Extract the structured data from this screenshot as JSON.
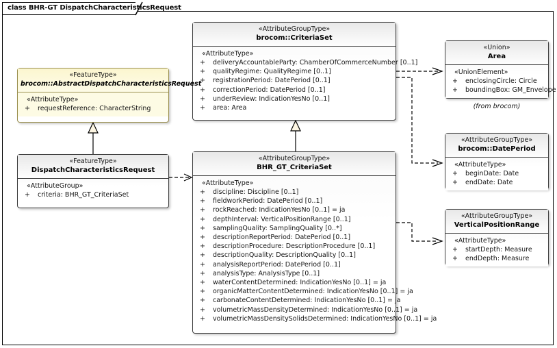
{
  "diagram": {
    "frame_label": "class BHR-GT DispatchCharacteristicsRequest",
    "from_note": "(from brocom)"
  },
  "classes": {
    "criteriaset": {
      "stereotype": "«AttributeGroupType»",
      "name": "brocom::CriteriaSet",
      "group": "«AttributeType»",
      "attributes": [
        {
          "vis": "+",
          "text": "deliveryAccountableParty: ChamberOfCommerceNumber [0..1]"
        },
        {
          "vis": "+",
          "text": "qualityRegime: QualityRegime [0..1]"
        },
        {
          "vis": "+",
          "text": "registrationPeriod: DatePeriod [0..1]"
        },
        {
          "vis": "+",
          "text": "correctionPeriod: DatePeriod [0..1]"
        },
        {
          "vis": "+",
          "text": "underReview: IndicationYesNo [0..1]"
        },
        {
          "vis": "+",
          "text": "area: Area"
        }
      ]
    },
    "abstract_request": {
      "stereotype": "«FeatureType»",
      "name": "brocom::AbstractDispatchCharacteristicsRequest",
      "group": "«AttributeType»",
      "attributes": [
        {
          "vis": "+",
          "text": "requestReference: CharacterString"
        }
      ]
    },
    "dispatch_request": {
      "stereotype": "«FeatureType»",
      "name": "DispatchCharacteristicsRequest",
      "group": "«AttributeGroup»",
      "attributes": [
        {
          "vis": "+",
          "text": "criteria: BHR_GT_CriteriaSet"
        }
      ]
    },
    "bhr_gt_criteriaset": {
      "stereotype": "«AttributeGroupType»",
      "name": "BHR_GT_CriteriaSet",
      "group": "«AttributeType»",
      "attributes": [
        {
          "vis": "+",
          "text": "discipline: Discipline [0..1]"
        },
        {
          "vis": "+",
          "text": "fieldworkPeriod: DatePeriod [0..1]"
        },
        {
          "vis": "+",
          "text": "rockReached: IndicationYesNo [0..1] = ja"
        },
        {
          "vis": "+",
          "text": "depthInterval: VerticalPositionRange [0..1]"
        },
        {
          "vis": "+",
          "text": "samplingQuality: SamplingQuality [0..*]"
        },
        {
          "vis": "+",
          "text": "descriptionReportPeriod: DatePeriod [0..1]"
        },
        {
          "vis": "+",
          "text": "descriptionProcedure: DescriptionProcedure [0..1]"
        },
        {
          "vis": "+",
          "text": "descriptionQuality: DescriptionQuality [0..1]"
        },
        {
          "vis": "+",
          "text": "analysisReportPeriod: DatePeriod [0..1]"
        },
        {
          "vis": "+",
          "text": "analysisType: AnalysisType [0..1]"
        },
        {
          "vis": "+",
          "text": "waterContentDetermined: IndicationYesNo [0..1] = ja"
        },
        {
          "vis": "+",
          "text": "organicMatterContentDetermined: IndicationYesNo [0..1] = ja"
        },
        {
          "vis": "+",
          "text": "carbonateContentDetermined: IndicationYesNo [0..1] = ja"
        },
        {
          "vis": "+",
          "text": "volumetricMassDensityDetermined: IndicationYesNo [0..1] = ja"
        },
        {
          "vis": "+",
          "text": "volumetricMassDensitySolidsDetermined: IndicationYesNo [0..1] = ja"
        }
      ]
    },
    "area": {
      "stereotype": "«Union»",
      "name": "Area",
      "group": "«UnionElement»",
      "attributes": [
        {
          "vis": "+",
          "text": "enclosingCircle: Circle"
        },
        {
          "vis": "+",
          "text": "boundingBox: GM_Envelope"
        }
      ]
    },
    "date_period": {
      "stereotype": "«AttributeGroupType»",
      "name": "brocom::DatePeriod",
      "group": "«AttributeType»",
      "attributes": [
        {
          "vis": "+",
          "text": "beginDate: Date"
        },
        {
          "vis": "+",
          "text": "endDate: Date"
        }
      ]
    },
    "vertical_position_range": {
      "stereotype": "«AttributeGroupType»",
      "name": "VerticalPositionRange",
      "group": "«AttributeType»",
      "attributes": [
        {
          "vis": "+",
          "text": "startDepth: Measure"
        },
        {
          "vis": "+",
          "text": "endDepth: Measure"
        }
      ]
    }
  },
  "connectors": [
    {
      "name": "generalization-bhrgt-to-criteriaset",
      "type": "generalization",
      "from": "BHR_GT_CriteriaSet",
      "to": "brocom::CriteriaSet"
    },
    {
      "name": "generalization-dispatch-to-abstract",
      "type": "generalization",
      "from": "DispatchCharacteristicsRequest",
      "to": "brocom::AbstractDispatchCharacteristicsRequest"
    },
    {
      "name": "dependency-dispatch-to-bhrgt",
      "type": "dependency",
      "from": "DispatchCharacteristicsRequest",
      "to": "BHR_GT_CriteriaSet"
    },
    {
      "name": "dependency-criteriaset-to-area",
      "type": "dependency",
      "from": "brocom::CriteriaSet",
      "to": "Area"
    },
    {
      "name": "dependency-criteriaset-to-dateperiod",
      "type": "dependency",
      "from": "brocom::CriteriaSet",
      "to": "brocom::DatePeriod"
    },
    {
      "name": "dependency-bhrgt-to-verticalpositionrange",
      "type": "dependency",
      "from": "BHR_GT_CriteriaSet",
      "to": "VerticalPositionRange"
    }
  ],
  "colors": {
    "feature_type_fill": "#fdfbe4",
    "feature_type_border": "#9a8f4e",
    "class_border": "#3c3c3c",
    "line": "#000000"
  }
}
